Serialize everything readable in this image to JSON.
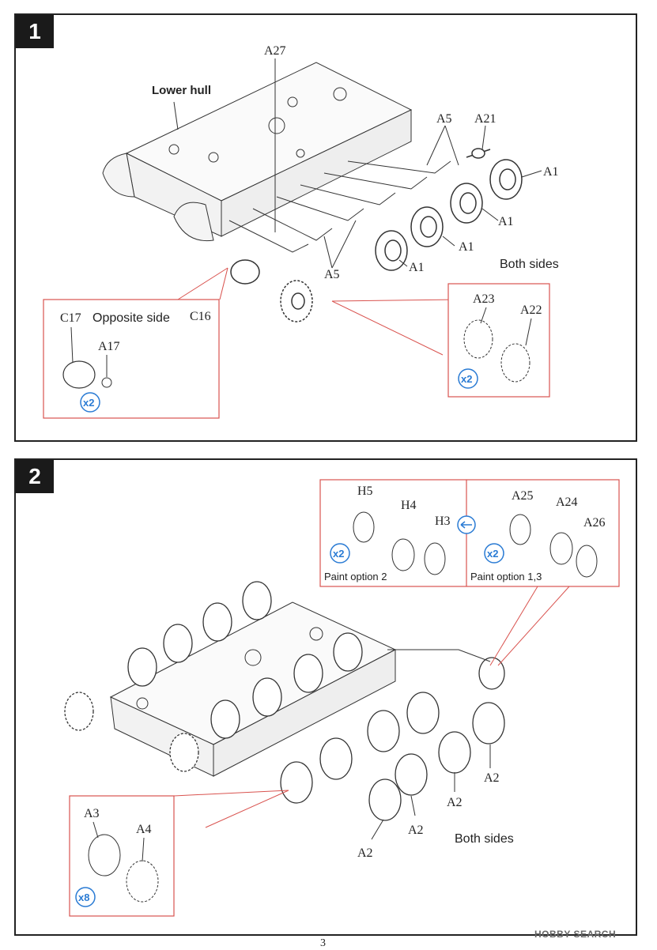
{
  "page_number": "3",
  "watermark": "HOBBY SEARCH",
  "step1": {
    "number": "1",
    "labels": {
      "lower_hull": "Lower hull",
      "a27": "A27",
      "a5_top": "A5",
      "a21": "A21",
      "a1_1": "A1",
      "a1_2": "A1",
      "a1_3": "A1",
      "a1_4": "A1",
      "a5_bottom": "A5",
      "both_sides": "Both sides"
    },
    "callout_left": {
      "title": "Opposite side",
      "c17": "C17",
      "c16": "C16",
      "a17": "A17",
      "multiplier": "x2"
    },
    "callout_right": {
      "a23": "A23",
      "a22": "A22",
      "multiplier": "x2"
    }
  },
  "step2": {
    "number": "2",
    "option_left": {
      "h5": "H5",
      "h4": "H4",
      "h3": "H3",
      "multiplier": "x2",
      "caption": "Paint option 2"
    },
    "option_right": {
      "a25": "A25",
      "a24": "A24",
      "a26": "A26",
      "multiplier": "x2",
      "caption": "Paint option 1,3"
    },
    "labels": {
      "a2_1": "A2",
      "a2_2": "A2",
      "a2_3": "A2",
      "a2_4": "A2",
      "both_sides": "Both sides"
    },
    "callout_bottom": {
      "a3": "A3",
      "a4": "A4",
      "multiplier": "x8"
    }
  },
  "colors": {
    "callout_border": "#d9534f",
    "multiplier_blue": "#2a7bd4",
    "line": "#222222"
  }
}
